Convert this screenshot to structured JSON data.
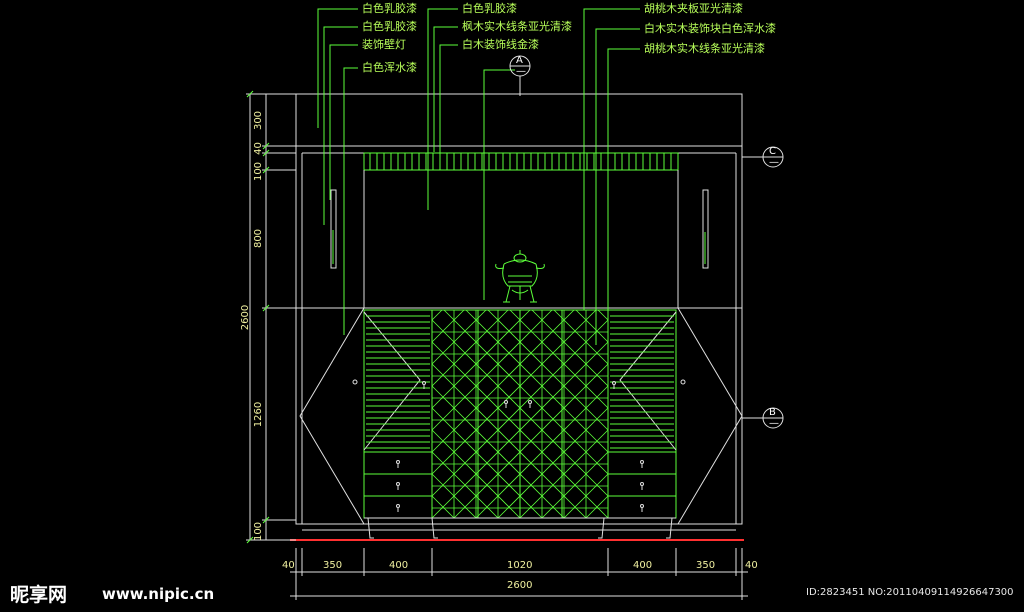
{
  "annotations": {
    "left": [
      "白色乳胶漆",
      "白色乳胶漆",
      "装饰壁灯",
      "白色浑水漆"
    ],
    "middle": [
      "白色乳胶漆",
      "枫木实木线条亚光清漆",
      "白木装饰线金漆"
    ],
    "right": [
      "胡桃木夹板亚光清漆",
      "白木实木装饰块白色浑水漆",
      "胡桃木实木线条亚光清漆"
    ]
  },
  "section_markers": {
    "A": {
      "letter": "A",
      "sub": "—"
    },
    "B": {
      "letter": "B",
      "sub": "—"
    },
    "C": {
      "letter": "C",
      "sub": "—"
    }
  },
  "dimensions": {
    "vertical": [
      "300",
      "40",
      "100",
      "800",
      "1260",
      "100",
      "2600"
    ],
    "horizontal": [
      "40",
      "350",
      "400",
      "1020",
      "400",
      "350",
      "40"
    ],
    "total": "2600"
  },
  "colors": {
    "line_green": "#5cff3a",
    "line_white": "#e0e0e0",
    "text_yellow": "#f0f0a0",
    "text_green": "#b8ff5a"
  },
  "watermark": {
    "logo": "昵享网",
    "url": "www.nipic.cn",
    "id_text": "ID:2823451 NO:20110409114926647300"
  }
}
